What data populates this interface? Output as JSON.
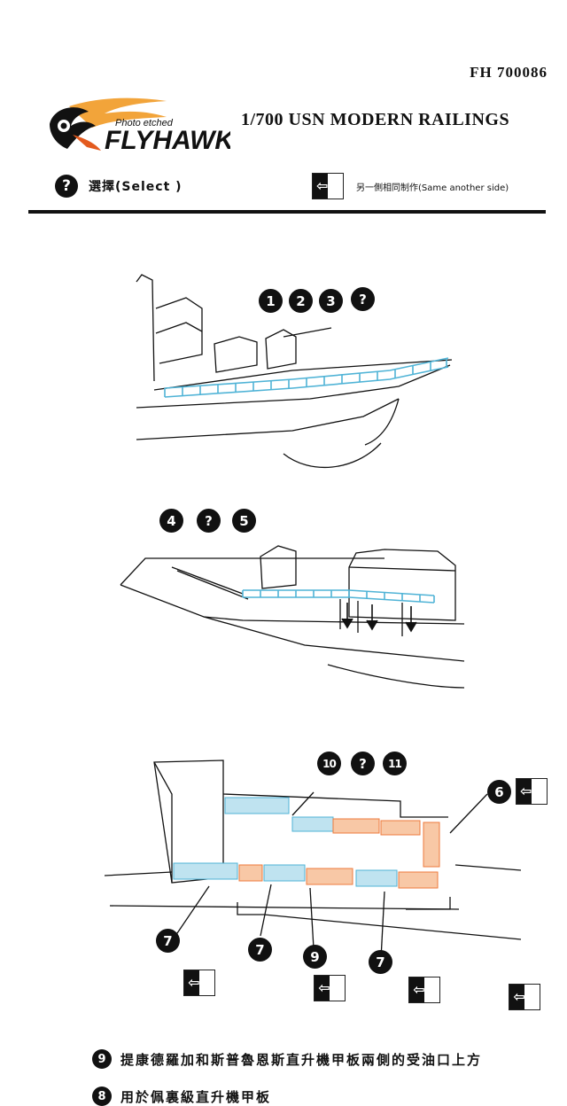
{
  "header": {
    "code": "FH 700086",
    "brand": "FLYHAWK",
    "brand_tag": "Photo etched",
    "title": "1/700  USN MODERN RAILINGS"
  },
  "legend": {
    "select_symbol": "?",
    "select_text": "選擇(Select )",
    "side_text": "另一側相同制作(Same another side)"
  },
  "diagram1": {
    "badges": [
      "1",
      "2",
      "3",
      "?"
    ]
  },
  "diagram2": {
    "badges": [
      "4",
      "?",
      "5"
    ]
  },
  "diagram3": {
    "top_badges": [
      "10",
      "?",
      "11"
    ],
    "side_badge": "6",
    "bottom_badges": [
      "7",
      "7",
      "9",
      "7"
    ]
  },
  "notes": [
    {
      "num": "9",
      "text": "提康德羅加和斯普魯恩斯直升機甲板兩側的受油口上方"
    },
    {
      "num": "8",
      "text": "用於佩裏級直升機甲板"
    }
  ],
  "colors": {
    "blue_rail": "#4fb3d6",
    "orange_rail": "#ee7a3c",
    "ink": "#111111"
  }
}
